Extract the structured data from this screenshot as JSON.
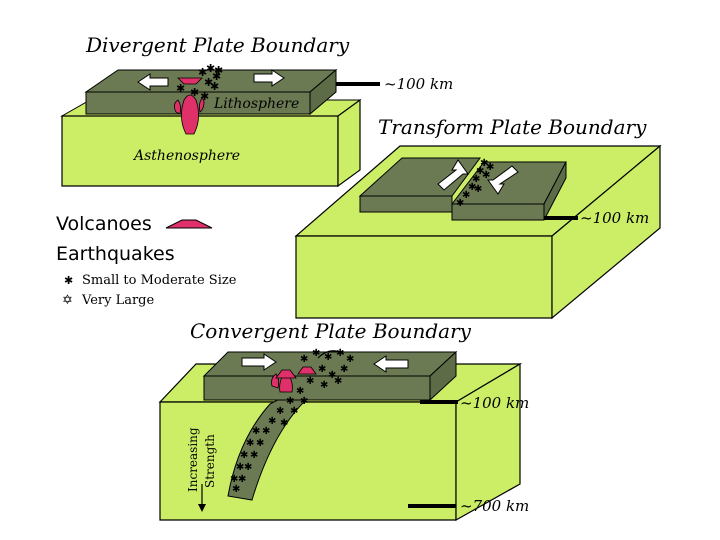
{
  "divergent": {
    "title": "Divergent Plate Boundary",
    "depth_label": "~100 km",
    "lithosphere_label": "Lithosphere",
    "asthenosphere_label": "Asthenosphere"
  },
  "transform": {
    "title": "Transform Plate Boundary",
    "depth_label": "~100 km"
  },
  "convergent": {
    "title": "Convergent Plate Boundary",
    "depth_100_label": "~100 km",
    "depth_700_label": "~700 km",
    "strength_line1": "Increasing",
    "strength_line2": "Strength"
  },
  "legend": {
    "volcanoes": "Volcanoes",
    "earthquakes": "Earthquakes",
    "small": "Small to Moderate Size",
    "large": "Very Large"
  },
  "colors": {
    "mantle": "#ccee66",
    "plate": "#6b7a52",
    "plate_dark": "#4e5a3a",
    "volcano": "#e0306a"
  }
}
